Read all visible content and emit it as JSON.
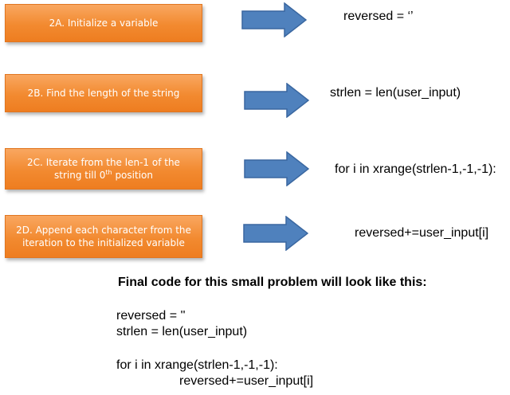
{
  "colors": {
    "box_fill": "#f28a30",
    "box_text": "#ffffff",
    "arrow_fill": "#4f81bd",
    "arrow_stroke": "#3a67a0"
  },
  "steps": [
    {
      "id": "2A",
      "label": "2A. Initialize a variable",
      "code": "reversed = ‘’"
    },
    {
      "id": "2B",
      "label": "2B. Find the length of the string",
      "code": "strlen = len(user_input)"
    },
    {
      "id": "2C",
      "label_line1": "2C.   Iterate from the len-1 of the",
      "label_line2_pre": "string till 0",
      "label_line2_sup": "th",
      "label_line2_post": " position",
      "code": "for i in xrange(strlen-1,-1,-1):"
    },
    {
      "id": "2D",
      "label_line1": "2D.  Append each character from the",
      "label_line2": "iteration to the initialized variable",
      "code": "reversed+=user_input[i]"
    }
  ],
  "final": {
    "title": "Final code for this small problem will look like this:",
    "lines": [
      "reversed = ''",
      "strlen = len(user_input)",
      "for i in xrange(strlen-1,-1,-1):",
      "reversed+=user_input[i]"
    ]
  }
}
